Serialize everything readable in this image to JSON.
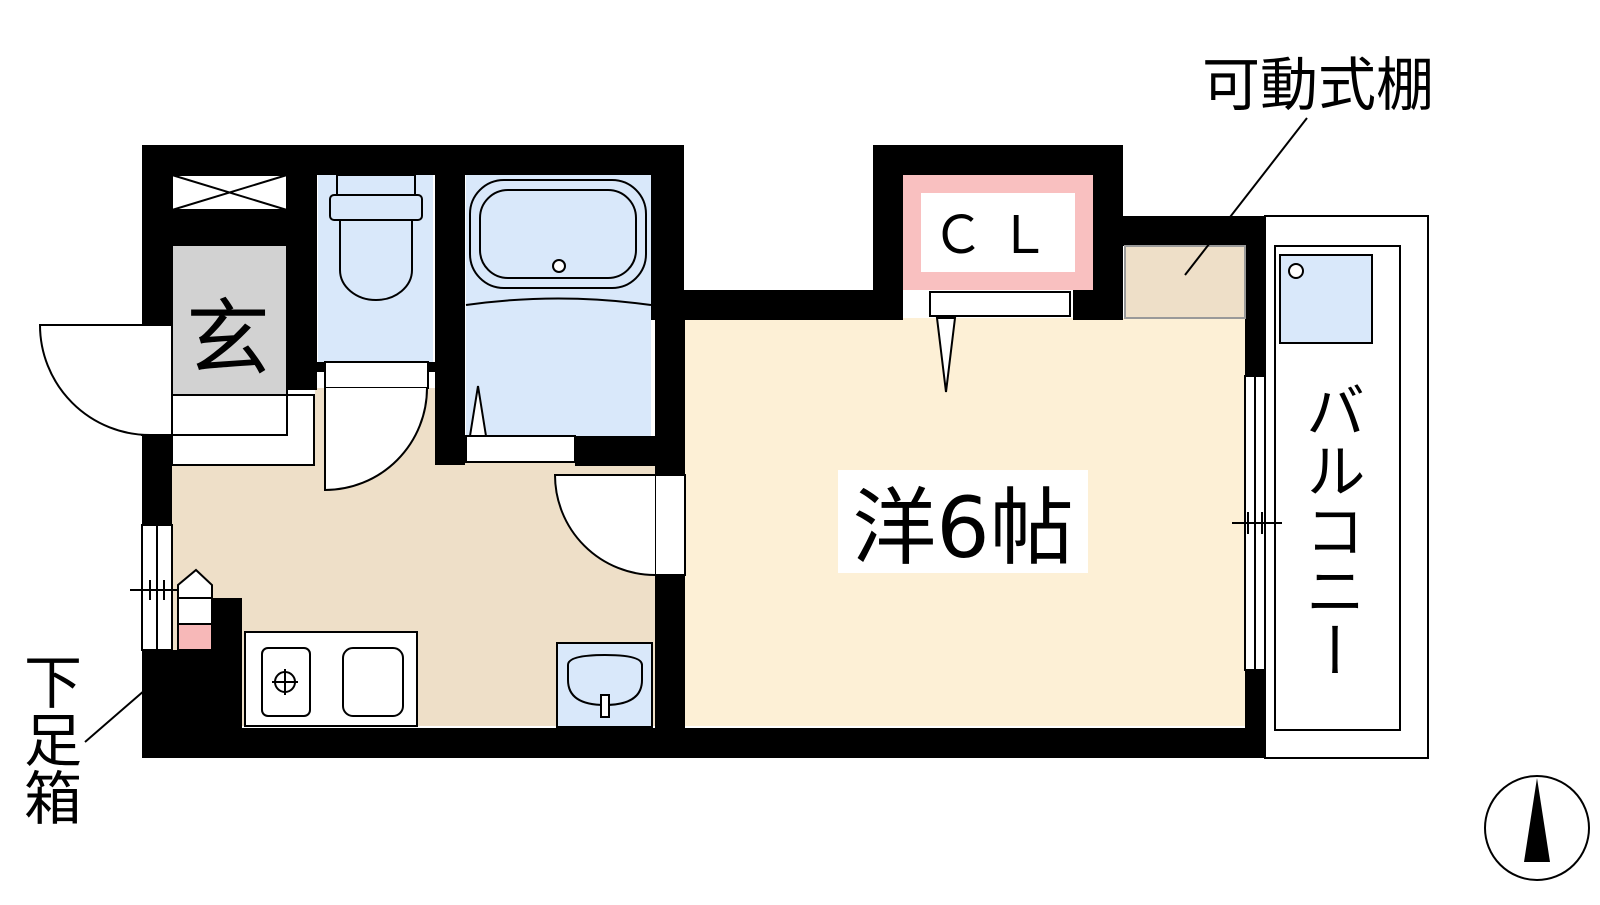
{
  "labels": {
    "movable_shelf": "可動式棚",
    "shoe_box": "下足箱",
    "entrance": "玄",
    "closet": "ＣＬ",
    "western_room": "洋6帖",
    "balcony": "バルコニー"
  },
  "colors": {
    "wall": "#000000",
    "room_yellow": "#fdf0d6",
    "floor_tan": "#eedfc8",
    "wet_blue": "#d9e8fa",
    "entrance_gray": "#d2d2d2",
    "closet_pink": "#f9c0c0",
    "closet_inner": "#ffffff",
    "shoe_pink": "#f7b8b8"
  },
  "compass": {
    "direction": "north"
  }
}
